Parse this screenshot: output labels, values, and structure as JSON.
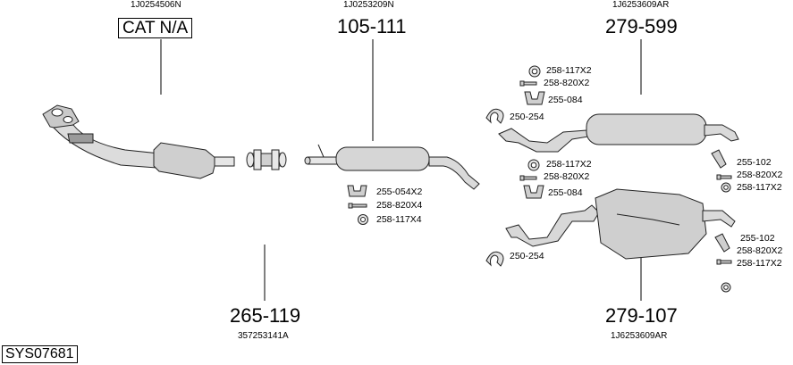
{
  "codes": {
    "cat_code": "1J0254506N",
    "mid_code": "1J0253209N",
    "rear_top_code": "1J6253609AR",
    "pipe_code": "357253141A",
    "rear_bottom_code": "1J6253609AR"
  },
  "titles": {
    "cat": "CAT N/A",
    "mid": "105-111",
    "rear_top": "279-599",
    "pipe": "265-119",
    "rear_bottom": "279-107"
  },
  "system_id": "SYS07681",
  "parts": {
    "mid_clamp": "255-054X2",
    "mid_bolt": "258-820X4",
    "mid_nut": "258-117X4",
    "top_nut": "258-117X2",
    "top_bolt": "258-820X2",
    "top_clamp": "255-084",
    "top_gasket": "250-254",
    "top_right_hanger": "255-102",
    "top_right_bolt": "258-820X2",
    "top_right_nut": "258-117X2",
    "bot_nut": "258-117X2",
    "bot_bolt": "258-820X2",
    "bot_clamp": "255-084",
    "bot_gasket": "250-254",
    "bot_right_hanger": "255-102",
    "bot_right_bolt": "258-820X2",
    "bot_right_nut": "258-117X2"
  }
}
